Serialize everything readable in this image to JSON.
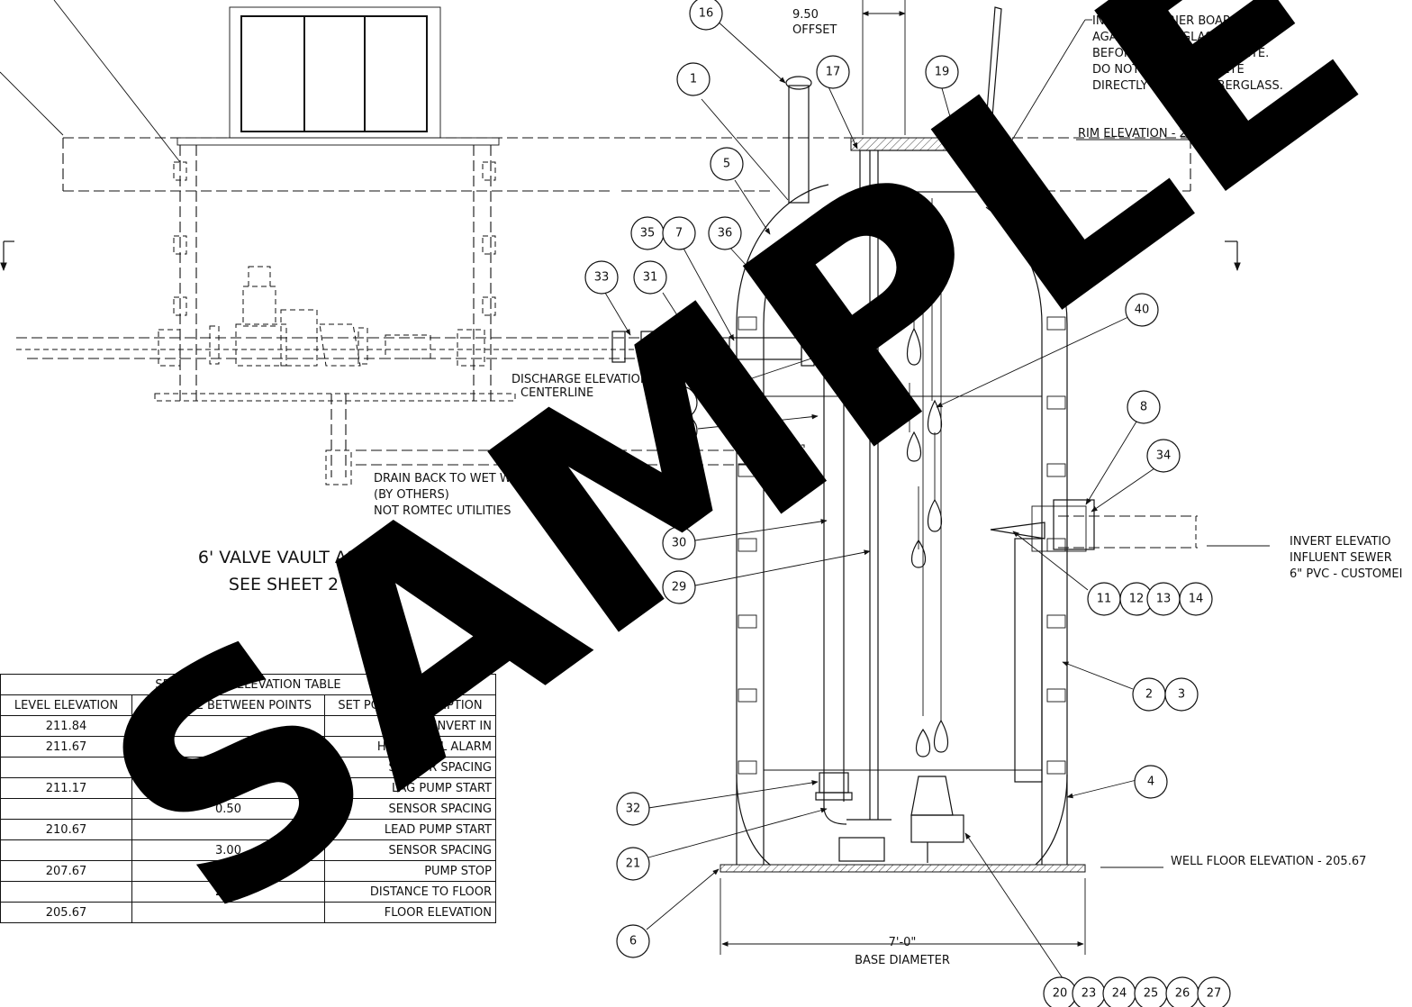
{
  "notes": {
    "offset_value": "9.50",
    "offset_label": "OFFSET",
    "barrier_note": [
      "INSTALL BARRIER BOARD",
      "AGAINST FIBERGLASS",
      "BEFORE POURING CONCRETE.",
      "DO NOT POUR CONCRETE",
      "DIRECTLY AGAINST FIBERGLASS."
    ],
    "rim_elevation": "RIM ELEVATION -   219.67'",
    "discharge_elevation": "DISCHARGE ELEVATION -  215.67'",
    "discharge_sub": "CENTERLINE",
    "drain_note": [
      "DRAIN BACK TO WET WELL",
      "(BY OTHERS)",
      "NOT ROMTEC UTILITIES"
    ],
    "vault_title": "6' VALVE VAULT ASSEMBLY",
    "vault_sub": "SEE SHEET 2",
    "invert_note": [
      "INVERT ELEVATIO",
      "INFLUENT SEWER",
      "6\" PVC - CUSTOMEI"
    ],
    "floor_elevation": "WELL FLOOR ELEVATION -  205.67",
    "base_dim": "7'-0\"",
    "base_label": "BASE DIAMETER",
    "watermark": "SAMPLE"
  },
  "callouts": [
    "16",
    "1",
    "17",
    "19",
    "5",
    "35",
    "7",
    "36",
    "33",
    "31",
    "40",
    "37",
    "15",
    "8",
    "34",
    "30",
    "29",
    "11",
    "12",
    "13",
    "14",
    "2",
    "3",
    "4",
    "32",
    "21",
    "6",
    "20",
    "23",
    "24",
    "25",
    "26",
    "27"
  ],
  "sensor_table": {
    "title": "SENSOR AND ELEVATION TABLE",
    "headers": [
      "LEVEL ELEVATION",
      "DISTANCE BETWEEN POINTS",
      "SET POINT DESCRIPTION"
    ],
    "rows": [
      [
        "211.84",
        "",
        "SEWER INVERT IN"
      ],
      [
        "211.67",
        "",
        "HIGH LEVEL ALARM"
      ],
      [
        "",
        "0.50",
        "SENSOR SPACING"
      ],
      [
        "211.17",
        "",
        "LAG PUMP START"
      ],
      [
        "",
        "0.50",
        "SENSOR SPACING"
      ],
      [
        "210.67",
        "",
        "LEAD PUMP START"
      ],
      [
        "",
        "3.00",
        "SENSOR SPACING"
      ],
      [
        "207.67",
        "",
        "PUMP STOP"
      ],
      [
        "",
        "2.00",
        "DISTANCE TO FLOOR"
      ],
      [
        "205.67",
        "",
        "FLOOR ELEVATION"
      ]
    ]
  }
}
